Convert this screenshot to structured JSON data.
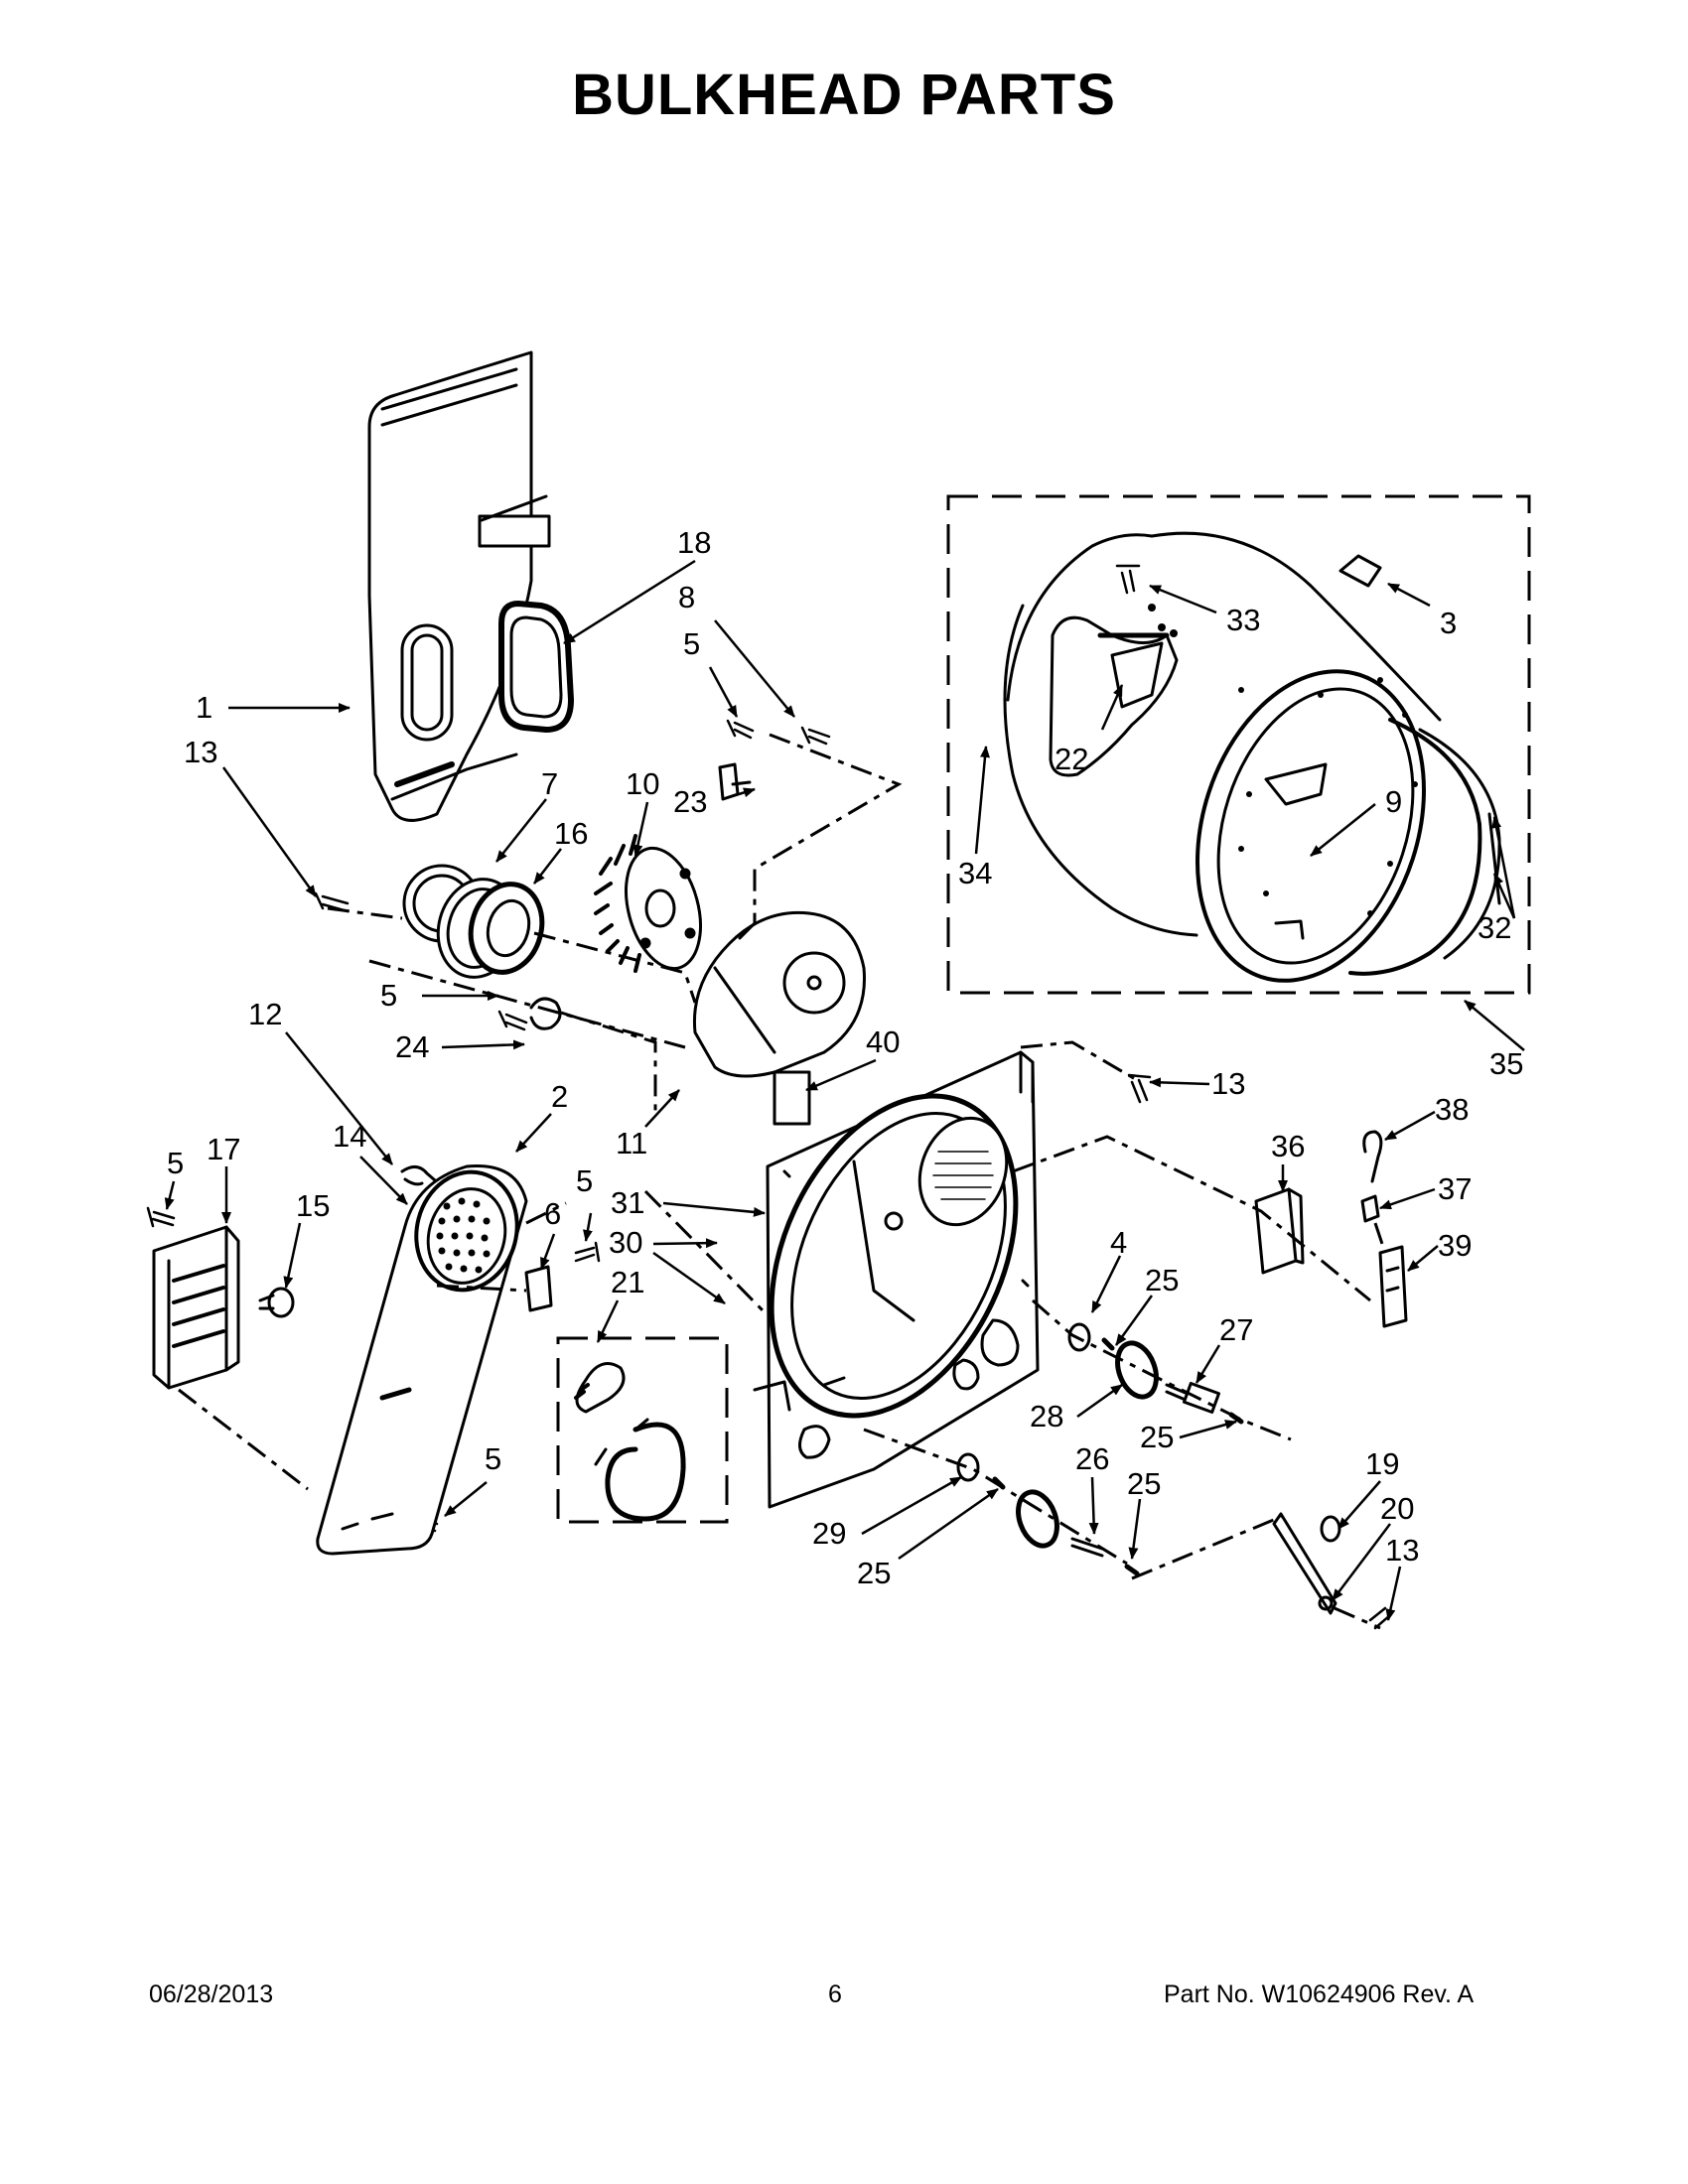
{
  "page": {
    "title": "BULKHEAD PARTS"
  },
  "callouts": {
    "c1": "1",
    "c2": "2",
    "c3": "3",
    "c4": "4",
    "c5": "5",
    "c6": "6",
    "c7": "7",
    "c8": "8",
    "c9": "9",
    "c10": "10",
    "c11": "11",
    "c12": "12",
    "c13": "13",
    "c14": "14",
    "c15": "15",
    "c16": "16",
    "c17": "17",
    "c18": "18",
    "c19": "19",
    "c20": "20",
    "c21": "21",
    "c22": "22",
    "c23": "23",
    "c24": "24",
    "c25": "25",
    "c26": "26",
    "c27": "27",
    "c28": "28",
    "c29": "29",
    "c30": "30",
    "c31": "31",
    "c32": "32",
    "c33": "33",
    "c34": "34",
    "c35": "35",
    "c36": "36",
    "c37": "37",
    "c38": "38",
    "c39": "39",
    "c40": "40"
  },
  "footer": {
    "date": "06/28/2013",
    "page_number": "6",
    "part_number": "Part No.  W10624906  Rev.  A"
  }
}
